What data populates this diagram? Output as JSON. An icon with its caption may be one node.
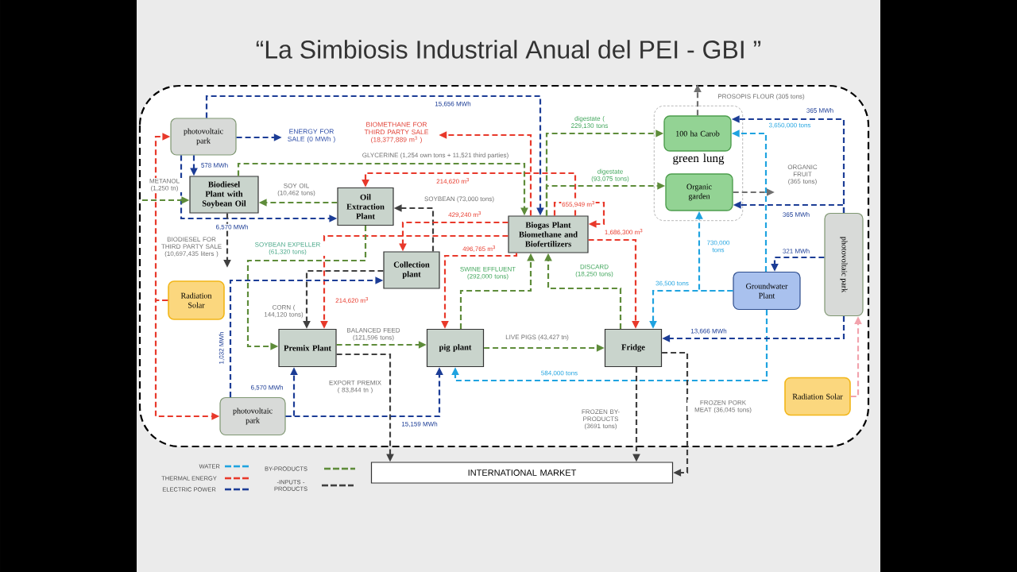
{
  "diagram": {
    "title": "“La Simbiosis Industrial Anual del PEI - GBI ”",
    "nodes": [
      {
        "text": [
          "photovoltaic park"
        ]
      },
      {
        "text": [
          "Biodiesel Plant with Soybean Oil"
        ]
      },
      {
        "text": [
          "Oil Extraction Plant"
        ]
      },
      {
        "text": [
          "Collection plant"
        ]
      },
      {
        "text": [
          "Biogas Plant Biomethane and Biofertilizers"
        ]
      },
      {
        "text": [
          "green lung"
        ]
      },
      {
        "text": [
          "100 ha Carob"
        ],
        "in": 5
      },
      {
        "text": [
          "Organic garden"
        ],
        "in": 5
      },
      {
        "text": [
          "photovoltaic park"
        ]
      },
      {
        "text": [
          "Groundwater Plant"
        ]
      },
      {
        "text": [
          "Radiation Solar"
        ]
      },
      {
        "text": [
          "Premix Plant"
        ]
      },
      {
        "text": [
          "pig plant"
        ]
      },
      {
        "text": [
          "Fridge"
        ]
      },
      {
        "text": [
          "photovoltaic park"
        ]
      },
      {
        "text": [
          "Radiation Solar"
        ]
      },
      {
        "text": [
          "INTERNATIONAL MARKET"
        ]
      },
      {
        "text": [
          "ENERGY FOR SALE (0 MWh )"
        ]
      },
      {
        "text": [
          "BIOMETHANE FOR THIRD PARTY SALE (18,377,889 m$^{3}$ )"
        ]
      }
    ],
    "edges": [
      {
        "from": 0,
        "to": 17,
        "arrow": "to",
        "color": "#1c3d96"
      },
      {
        "from": 0,
        "to": 1,
        "arrow": "to",
        "label": "578 MWh",
        "color": "#1c3d96"
      },
      {
        "from": 0,
        "to": 4,
        "arrow": "to",
        "label": "15,656 MWh",
        "color": "#1c3d96"
      },
      {
        "from": 0,
        "to": 2,
        "arrow": "to",
        "label": "6,570 MWh",
        "color": "#1c3d96"
      },
      {
        "from": null,
        "to": 1,
        "arrow": "to",
        "label": "METANOL (1,250 tn)",
        "color": "#5e8c3a"
      },
      {
        "from": 2,
        "to": 1,
        "arrow": "to",
        "label": "SOY OIL (10,462 tons)",
        "color": "#5e8c3a"
      },
      {
        "from": 1,
        "to": null,
        "arrow": "to",
        "label": "BIODIESEL FOR THIRD PARTY SALE (10,697,435 liters )",
        "color": "#404040"
      },
      {
        "from": 1,
        "to": 4,
        "arrow": "to",
        "label": "GLYCERINE (1,254 own tons + 11,521 third parties)",
        "color": "#5e8c3a"
      },
      {
        "from": 4,
        "to": 18,
        "arrow": "to",
        "color": "#e8392b"
      },
      {
        "from": 4,
        "to": 2,
        "arrow": "to",
        "label": "214,620 m$^{3}$",
        "color": "#e8392b"
      },
      {
        "from": 3,
        "to": 2,
        "arrow": "to",
        "label": "SOYBEAN (73,000 tons)",
        "color": "#404040"
      },
      {
        "from": 4,
        "to": 3,
        "arrow": "to",
        "label": "429,240 m$^{3}$",
        "color": "#e8392b"
      },
      {
        "from": 4,
        "to": 11,
        "arrow": "to",
        "label": "214,620 m$^{3}$",
        "color": "#e8392b"
      },
      {
        "from": 4,
        "to": 12,
        "arrow": "to",
        "label": "496,765 m$^{3}$",
        "color": "#e8392b"
      },
      {
        "from": 4,
        "to": 4,
        "arrow": "to",
        "label": "655,949 m$^{3}$",
        "color": "#e8392b"
      },
      {
        "from": 4,
        "to": 13,
        "arrow": "to",
        "label": "1,686,300 m$^{3}$",
        "color": "#e8392b"
      },
      {
        "from": 4,
        "to": 6,
        "arrow": "to",
        "label": "digestate ( 229,130 tons",
        "color": "#5e8c3a"
      },
      {
        "from": 4,
        "to": 7,
        "arrow": "to",
        "label": "digestate (93,075 tons)",
        "color": "#5e8c3a"
      },
      {
        "from": 2,
        "to": 11,
        "arrow": "to",
        "label": "SOYBEAN EXPELLER (61,320 tons)",
        "color": "#5e8c3a"
      },
      {
        "from": 14,
        "to": 3,
        "arrow": "to",
        "label": "1,032 MWh",
        "color": "#1c3d96"
      },
      {
        "from": 3,
        "to": 11,
        "arrow": "to",
        "label": "CORN ( 144,120 tons)",
        "color": "#404040"
      },
      {
        "from": 11,
        "to": 12,
        "arrow": "to",
        "label": "BALANCED FEED (121,596 tons)",
        "color": "#5e8c3a"
      },
      {
        "from": 11,
        "to": 16,
        "arrow": "to",
        "label": "EXPORT PREMIX ( 83,844 tn )",
        "color": "#404040"
      },
      {
        "from": 14,
        "to": 11,
        "arrow": "to",
        "label": "6,570 MWh",
        "color": "#1c3d96"
      },
      {
        "from": 14,
        "to": 12,
        "arrow": "to",
        "label": "15,159 MWh",
        "color": "#1c3d96"
      },
      {
        "from": 10,
        "to": 0,
        "arrow": "to",
        "color": "#e8392b"
      },
      {
        "from": 10,
        "to": 14,
        "arrow": "to",
        "color": "#e8392b"
      },
      {
        "from": 12,
        "to": 4,
        "arrow": "to",
        "label": "SWINE EFFLUENT (292,000 tons)",
        "color": "#5e8c3a"
      },
      {
        "from": 12,
        "to": 13,
        "arrow": "to",
        "label": "LIVE PIGS (43,427 tn)",
        "color": "#5e8c3a"
      },
      {
        "from": 13,
        "to": 4,
        "arrow": "to",
        "label": "DISCARD (18,250 tons)",
        "color": "#5e8c3a"
      },
      {
        "from": 9,
        "to": 12,
        "arrow": "to",
        "label": "584,000 tons",
        "color": "#1fa3e0"
      },
      {
        "from": 9,
        "to": 13,
        "arrow": "to",
        "label": "36,500 tons",
        "color": "#1fa3e0"
      },
      {
        "from": 9,
        "to": 7,
        "arrow": "to",
        "label": "730,000 tons",
        "color": "#1fa3e0"
      },
      {
        "from": 9,
        "to": 6,
        "arrow": "to",
        "label": "3,650,000 tons",
        "color": "#1fa3e0"
      },
      {
        "from": 8,
        "to": 6,
        "arrow": "to",
        "label": "365 MWh",
        "color": "#1c3d96"
      },
      {
        "from": 8,
        "to": 7,
        "arrow": "to",
        "label": "365 MWh",
        "color": "#1c3d96"
      },
      {
        "from": 8,
        "to": 9,
        "arrow": "to",
        "label": "321 MWh",
        "color": "#1c3d96"
      },
      {
        "from": 8,
        "to": 13,
        "arrow": "to",
        "label": "13,666 MWh",
        "color": "#1c3d96"
      },
      {
        "from": 15,
        "to": 8,
        "arrow": "to",
        "color": "#f2a3ad"
      },
      {
        "from": 13,
        "to": 16,
        "arrow": "to",
        "label": "FROZEN BY-PRODUCTS (3691 tons)",
        "color": "#404040"
      },
      {
        "from": 13,
        "to": 16,
        "arrow": "to",
        "label": "FROZEN PORK MEAT (36,045 tons)",
        "color": "#404040"
      },
      {
        "from": 6,
        "to": null,
        "arrow": "to",
        "label": "PROSOPIS FLOUR (305 tons)",
        "color": "#707070"
      },
      {
        "from": 7,
        "to": null,
        "arrow": "to",
        "label": "ORGANIC FRUIT (365 tons)",
        "color": "#707070"
      }
    ],
    "legend": [
      {
        "text": "WATER",
        "color": "#1fa3e0"
      },
      {
        "text": "THERMAL ENERGY",
        "color": "#e8392b"
      },
      {
        "text": "ELECTRIC POWER",
        "color": "#1c3d96"
      },
      {
        "text": "BY-PRODUCTS",
        "color": "#5e8c3a"
      },
      {
        "text": "-INPUTS - PRODUCTS",
        "color": "#404040"
      }
    ]
  }
}
